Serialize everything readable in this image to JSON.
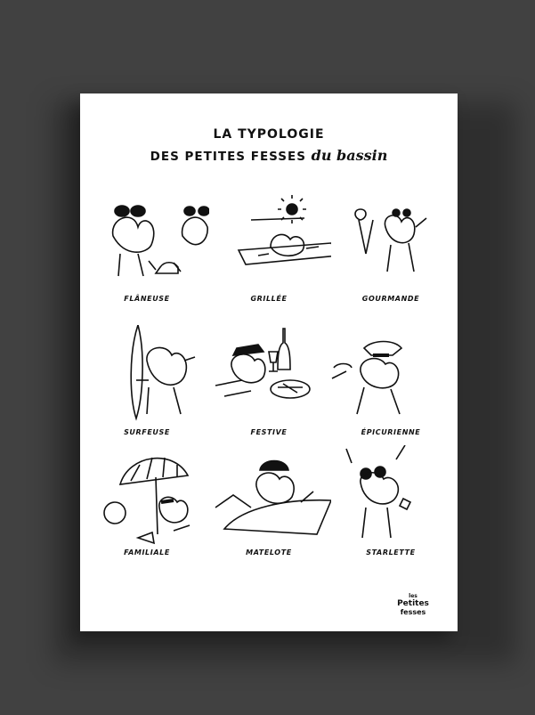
{
  "poster": {
    "title_line1": "LA TYPOLOGIE",
    "title_line2": "DES PETITES FESSES",
    "title_script": "du bassin",
    "cells": [
      {
        "label": "FLÂNEUSE"
      },
      {
        "label": "GRILLÉE"
      },
      {
        "label": "GOURMANDE"
      },
      {
        "label": "SURFEUSE"
      },
      {
        "label": "FESTIVE"
      },
      {
        "label": "ÉPICURIENNE"
      },
      {
        "label": "FAMILIALE"
      },
      {
        "label": "MATELOTE"
      },
      {
        "label": "STARLETTE"
      }
    ],
    "logo": {
      "line1": "les",
      "line2": "Petites",
      "line3": "fesses"
    }
  },
  "colors": {
    "background": "#414141",
    "paper": "#ffffff",
    "ink": "#111111"
  }
}
